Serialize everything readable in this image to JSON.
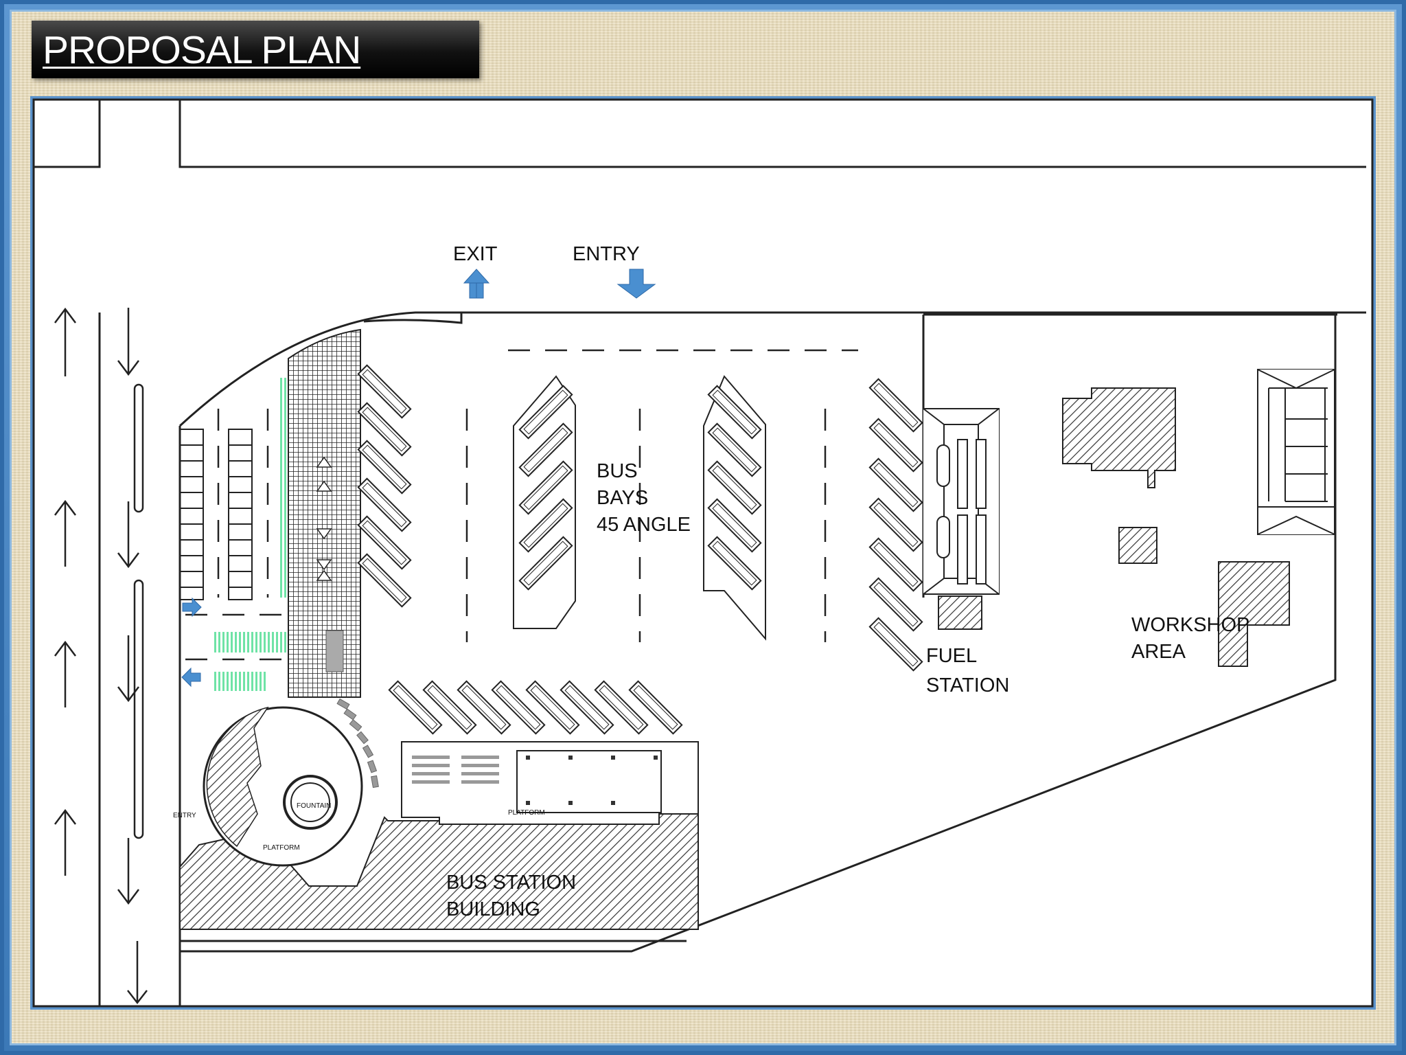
{
  "title": "PROPOSAL PLAN",
  "labels": {
    "exit": "EXIT",
    "entry": "ENTRY",
    "bus_bays": [
      "BUS",
      "BAYS",
      "45 ANGLE"
    ],
    "fuel_station": [
      "FUEL",
      "STATION"
    ],
    "workshop_area": [
      "WORKSHOP",
      "AREA"
    ],
    "bus_station_building": [
      "BUS STATION",
      "BUILDING"
    ],
    "fountain": "FOUNTAIN",
    "platform": "PLATFORM",
    "platform_small": "PLATFORM",
    "entry_small": "ENTRY"
  },
  "colors": {
    "frame_blue": "#3f7fbf",
    "paper": "#e9dcb9",
    "arrow_blue": "#4a8fd0",
    "green_accent": "#6fe3a6",
    "line": "#222222"
  }
}
